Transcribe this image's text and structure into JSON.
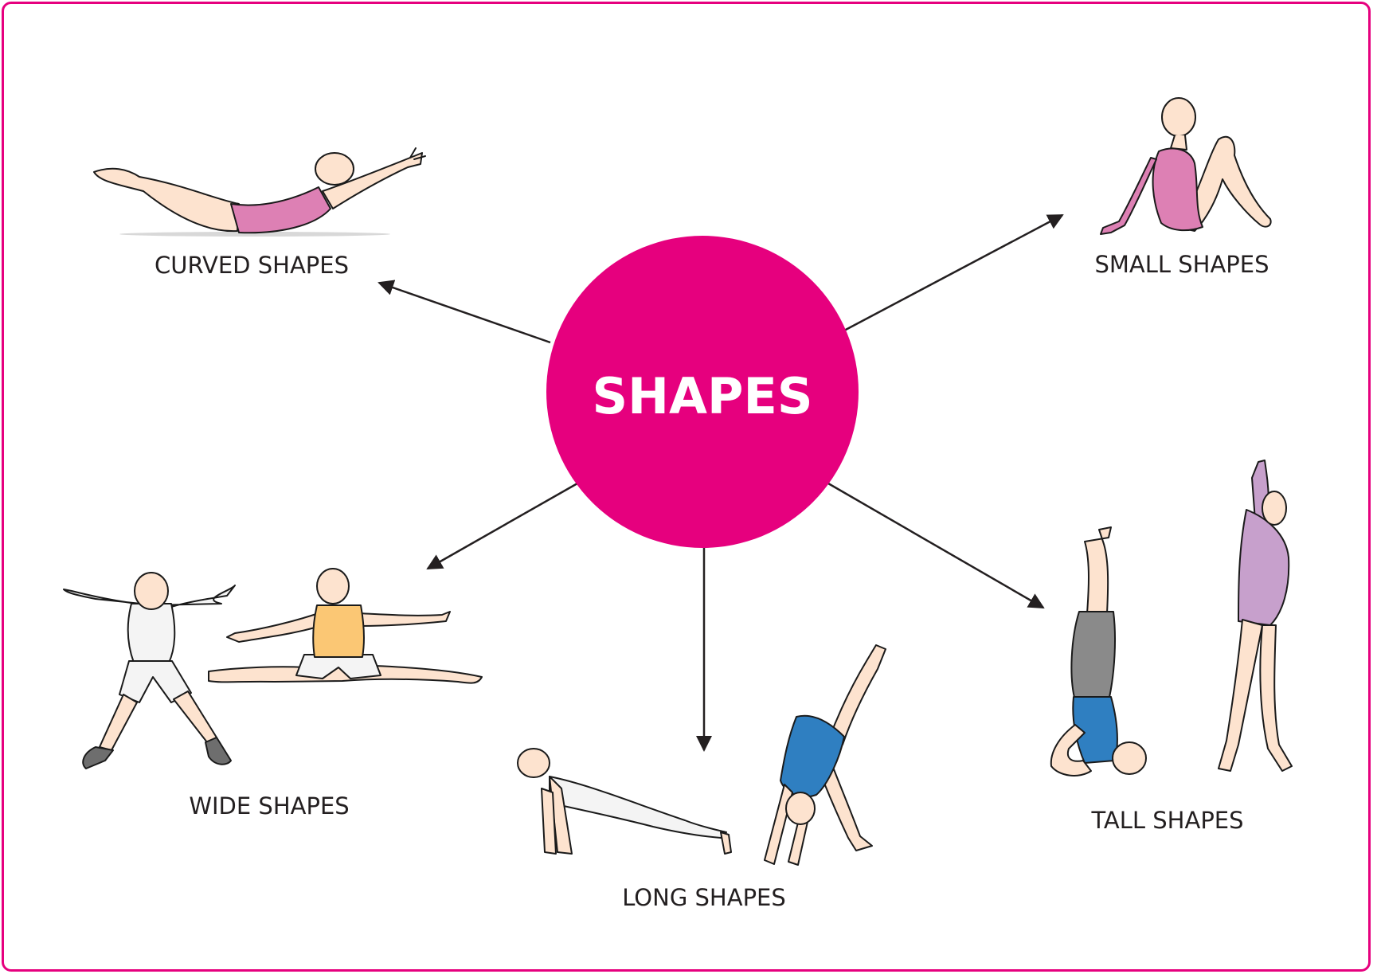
{
  "center": {
    "title": "SHAPES"
  },
  "labels": {
    "curved": "CURVED SHAPES",
    "small": "SMALL SHAPES",
    "wide": "WIDE SHAPES",
    "long": "LONG SHAPES",
    "tall": "TALL SHAPES"
  },
  "colors": {
    "accent": "#e6007e",
    "skin": "#fde3cf",
    "pink_leotard": "#dd80b4",
    "lilac_leotard": "#c7a0cc",
    "yellow_top": "#fbc774",
    "blue_leotard": "#2f7fc1",
    "grey_shorts": "#8a8a8a",
    "white_clothes": "#f4f4f4"
  }
}
